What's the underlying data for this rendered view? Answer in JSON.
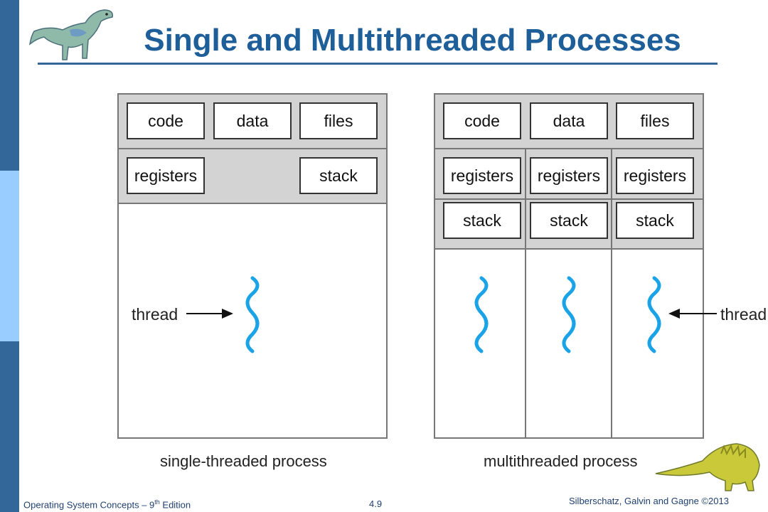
{
  "slide": {
    "title": "Single and Multithreaded Processes",
    "page_number": "4.9"
  },
  "single": {
    "code": "code",
    "data": "data",
    "files": "files",
    "registers": "registers",
    "stack": "stack",
    "thread_label": "thread",
    "caption": "single-threaded process"
  },
  "multi": {
    "code": "code",
    "data": "data",
    "files": "files",
    "registers": [
      "registers",
      "registers",
      "registers"
    ],
    "stacks": [
      "stack",
      "stack",
      "stack"
    ],
    "thread_label": "thread",
    "caption": "multithreaded process"
  },
  "footer": {
    "left_prefix": "Operating System Concepts – 9",
    "left_sup": "th",
    "left_suffix": " Edition",
    "right": "Silberschatz, Galvin and Gagne ©2013"
  },
  "colors": {
    "accent": "#336699",
    "sidebar_light": "#99ccff",
    "thread_wave": "#1aa3e6",
    "panel_gray": "#d3d3d3"
  }
}
